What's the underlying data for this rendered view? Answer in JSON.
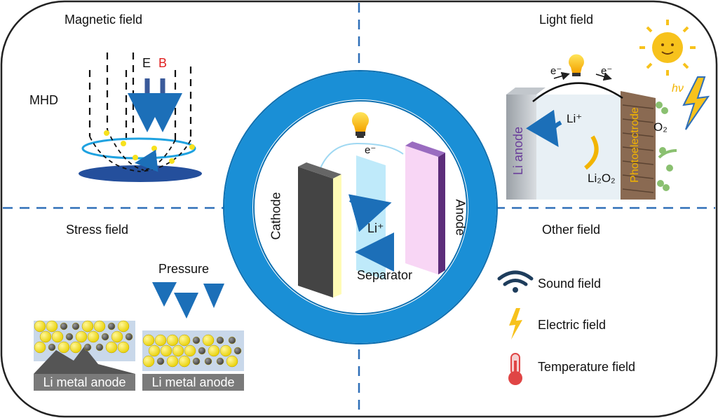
{
  "quadrants": {
    "magnetic": {
      "title": "Magnetic field",
      "mhd": "MHD",
      "E": "E",
      "B": "B"
    },
    "light": {
      "title": "Light field",
      "e1": "e⁻",
      "e2": "e⁻",
      "li": "Li⁺",
      "li_anode": "Li anode",
      "photoelectrode": "Photoelectrode",
      "li2o2": "Li₂O₂",
      "o2": "O₂",
      "hv": "hν"
    },
    "stress": {
      "title": "Stress field",
      "pressure": "Pressure",
      "anode_left": "Li metal anode",
      "anode_right": "Li metal anode"
    },
    "other": {
      "title": "Other field",
      "items": [
        "Sound field",
        "Electric field",
        "Temperature field"
      ]
    }
  },
  "center": {
    "cathode": "Cathode",
    "anode": "Anode",
    "separator": "Separator",
    "li": "Li⁺",
    "electron": "e⁻"
  },
  "colors": {
    "ring": "#1a8fd6",
    "ring_inner": "#0d6fb0",
    "dash": "#2f6fb8",
    "outline": "#222222",
    "yellow": "#f7e11c",
    "arrow_blue": "#1c6fb8",
    "magnet_red": "#e02020"
  }
}
